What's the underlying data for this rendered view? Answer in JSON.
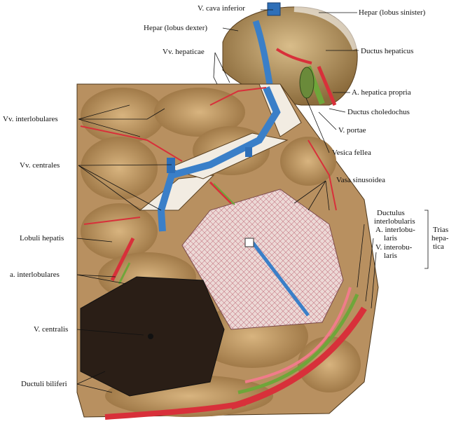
{
  "labels": {
    "v_cava_inferior": "V. cava inferior",
    "hepar_sinister": "Hepar (lobus sinister)",
    "hepar_dexter": "Hepar (lobus dexter)",
    "vv_hepaticae": "Vv. hepaticae",
    "ductus_hepaticus": "Ductus hepaticus",
    "a_hepatica_propria": "A. hepatica propria",
    "ductus_choledochus": "Ductus choledochus",
    "v_portae": "V. portae",
    "vesica_fellea": "Vesica fellea",
    "vv_interlobulares": "Vv. interlobulares",
    "vv_centrales": "Vv. centrales",
    "vasa_sinusoidea": "Vasa sinusoidea",
    "ductulus_interlobularis_1": "Ductulus",
    "ductulus_interlobularis_2": "interlobularis",
    "a_interlobularis_1": "A. interlobu-",
    "a_interlobularis_2": "laris",
    "v_interlobularis_1": "V. interobu-",
    "v_interlobularis_2": "laris",
    "trias_1": "Trias",
    "trias_2": "hepa-",
    "trias_3": "tica",
    "lobuli_hepatis": "Lobuli hepatis",
    "aa_interlobulares": "a. interlobulares",
    "v_centralis": "V. centralis",
    "ductuli_biliferi": "Ductuli biliferi"
  },
  "colors": {
    "tissue": "#c9a873",
    "tissue_dark": "#8a6a3a",
    "artery": "#d8303a",
    "vein_portal": "#3a7fc8",
    "bile": "#6fa63a",
    "lobule_dark": "#2a1e16",
    "sinusoid": "#e9d6d2"
  }
}
